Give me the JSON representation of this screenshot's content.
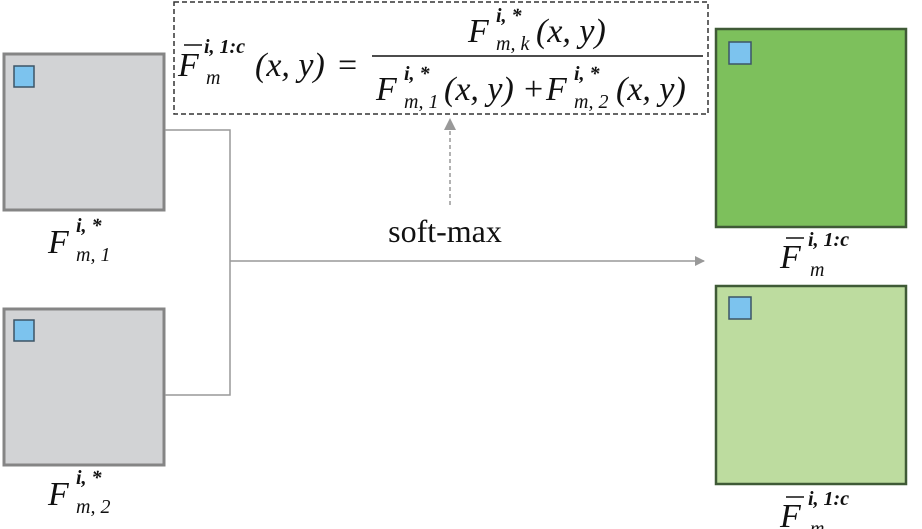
{
  "colors": {
    "input_map": "#d2d3d5",
    "output_map_1": "#7dc05c",
    "output_map_2": "#bddc9f",
    "patch": "#7cc3ee",
    "softmax_text": "#d9202a",
    "connector": "#999999"
  },
  "formula": {
    "lhs_symbol": "F",
    "lhs_sup": "i, 1:c",
    "lhs_sub": "m",
    "args": "(x, y)",
    "equals": "=",
    "num_symbol": "F",
    "num_sup": "i, *",
    "num_sub": "m, k",
    "den_term1_sup": "i, *",
    "den_term1_sub": "m, 1",
    "plus": "+",
    "den_term2_sup": "i, *",
    "den_term2_sub": "m, 2"
  },
  "operation_label": "soft-max",
  "inputs": [
    {
      "symbol": "F",
      "sup": "i, *",
      "sub": "m, 1"
    },
    {
      "symbol": "F",
      "sup": "i, *",
      "sub": "m, 2"
    }
  ],
  "outputs": [
    {
      "symbol": "F",
      "sup": "i, 1:c",
      "sub": "m"
    },
    {
      "symbol": "F",
      "sup": "i, 1:c",
      "sub": "m"
    }
  ]
}
